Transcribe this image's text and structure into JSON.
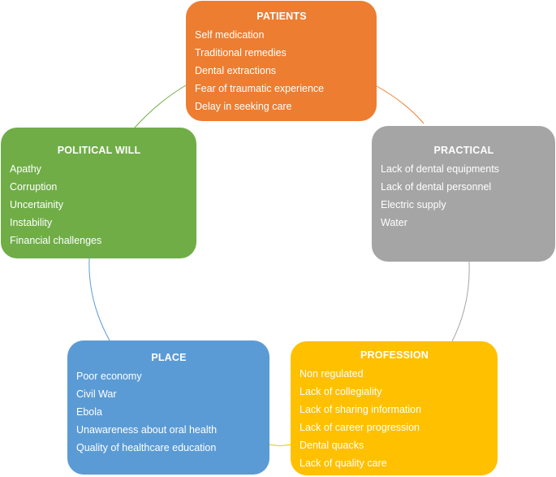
{
  "colors": {
    "patients": "#ed7d31",
    "practical": "#a5a5a5",
    "profession": "#ffc000",
    "place": "#5b9bd5",
    "political_will": "#70ad47"
  },
  "boxes": {
    "patients": {
      "title": "PATIENTS",
      "items": [
        "Self medication",
        "Traditional remedies",
        "Dental extractions",
        "Fear of traumatic experience",
        "Delay in seeking care"
      ]
    },
    "practical": {
      "title": "PRACTICAL",
      "items": [
        "Lack of dental equipments",
        "Lack of dental personnel",
        "Electric supply",
        "Water"
      ]
    },
    "profession": {
      "title": "PROFESSION",
      "items": [
        "Non regulated",
        "Lack of collegiality",
        "Lack of sharing information",
        "Lack of career progression",
        "Dental quacks",
        "Lack of quality care"
      ]
    },
    "place": {
      "title": "PLACE",
      "items": [
        "Poor economy",
        "Civil War",
        "Ebola",
        "Unawareness about oral health",
        "Quality of healthcare education"
      ]
    },
    "political_will": {
      "title": "POLITICAL WILL",
      "items": [
        "Apathy",
        "Corruption",
        "Uncertainity",
        "Instability",
        "Financial challenges"
      ]
    }
  }
}
